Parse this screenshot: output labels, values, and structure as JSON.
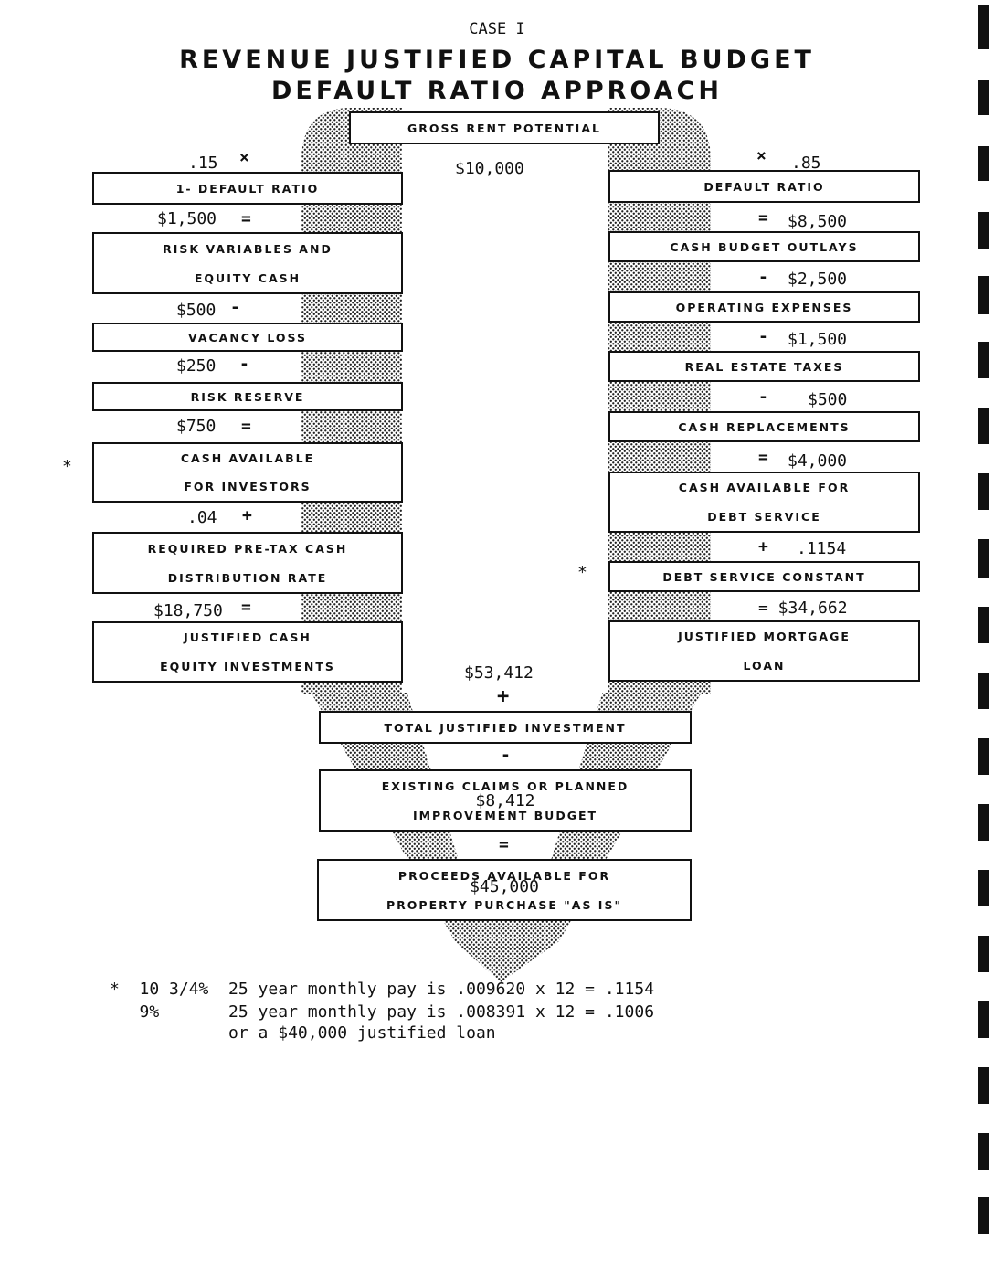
{
  "header": {
    "case_label": "CASE I",
    "title_line1": "REVENUE JUSTIFIED CAPITAL BUDGET",
    "title_line2": "DEFAULT RATIO APPROACH"
  },
  "center": {
    "gross_rent_label": "GROSS RENT POTENTIAL",
    "gross_rent_value": "$10,000",
    "total_value": "$53,412",
    "plus_sign": "+",
    "minus_sign": "-",
    "equals_sign": "="
  },
  "left": {
    "ratio_value": ".15",
    "ratio_op": "×",
    "one_minus_default_label": "1- DEFAULT RATIO",
    "risk_value": "$1,500",
    "risk_op": "=",
    "risk_label_line1": "RISK VARIABLES AND",
    "risk_label_line2": "EQUITY CASH",
    "vacancy_value": "$500",
    "vacancy_op": "-",
    "vacancy_label": "VACANCY LOSS",
    "reserve_value": "$250",
    "reserve_op": "-",
    "reserve_label": "RISK RESERVE",
    "investors_value": "$750",
    "investors_op": "=",
    "investors_label_line1": "CASH AVAILABLE",
    "investors_label_line2": "FOR INVESTORS",
    "investors_asterisk": "*",
    "rate_value": ".04",
    "rate_op": "+",
    "rate_label_line1": "REQUIRED PRE-TAX CASH",
    "rate_label_line2": "DISTRIBUTION RATE",
    "equity_value": "$18,750",
    "equity_op": "=",
    "equity_label_line1": "JUSTIFIED CASH",
    "equity_label_line2": "EQUITY INVESTMENTS"
  },
  "right": {
    "ratio_op": "×",
    "ratio_value": ".85",
    "default_label": "DEFAULT RATIO",
    "outlays_op": "=",
    "outlays_value": "$8,500",
    "outlays_label": "CASH BUDGET OUTLAYS",
    "opex_op": "-",
    "opex_value": "$2,500",
    "opex_label": "OPERATING EXPENSES",
    "taxes_op": "-",
    "taxes_value": "$1,500",
    "taxes_label": "REAL ESTATE TAXES",
    "replacements_op": "-",
    "replacements_value": "$500",
    "replacements_label": "CASH REPLACEMENTS",
    "debt_cash_op": "=",
    "debt_cash_value": "$4,000",
    "debt_cash_label_line1": "CASH AVAILABLE FOR",
    "debt_cash_label_line2": "DEBT SERVICE",
    "constant_op": "+",
    "constant_value": ".1154",
    "constant_asterisk": "*",
    "constant_label": "DEBT SERVICE CONSTANT",
    "mortgage_value": "= $34,662",
    "mortgage_label_line1": "JUSTIFIED MORTGAGE",
    "mortgage_label_line2": "LOAN"
  },
  "bottom": {
    "total_label": "TOTAL JUSTIFIED INVESTMENT",
    "claims_label_line1": "EXISTING CLAIMS OR PLANNED",
    "claims_value": "$8,412",
    "claims_label_line2": "IMPROVEMENT BUDGET",
    "proceeds_label_line1": "PROCEEDS AVAILABLE FOR",
    "proceeds_value": "$45,000",
    "proceeds_label_line2": "PROPERTY PURCHASE \"AS IS\""
  },
  "footnote": {
    "line1": "*  10 3/4%  25 year monthly pay is .009620 x 12 = .1154",
    "line2": "   9%       25 year monthly pay is .008391 x 12 = .1006",
    "line3": "            or a $40,000 justified loan"
  }
}
